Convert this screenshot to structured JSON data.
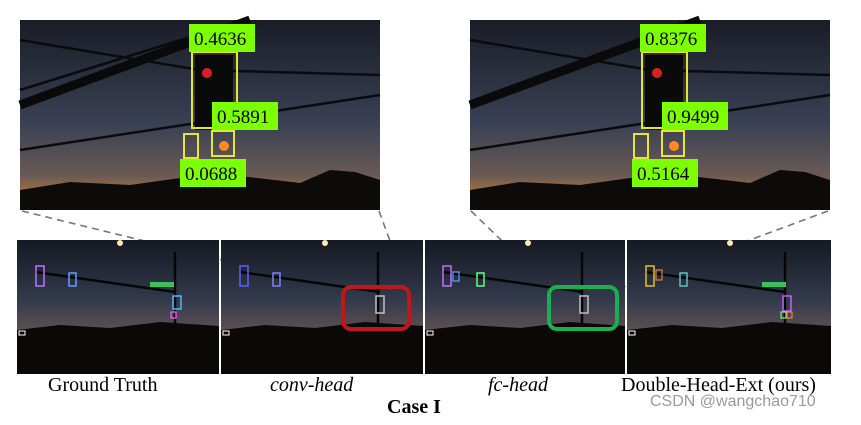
{
  "colors": {
    "sky_top": "#1b1f2a",
    "sky_mid": "#3f4658",
    "horizon": "#b06a2f",
    "ground": "#120f0d",
    "score_bg": "#7cff00",
    "box_yellow": "#e6e62a",
    "highlight_red": "#c01818",
    "highlight_green": "#18b050"
  },
  "zoom_left": {
    "scores": [
      "0.4636",
      "0.5891",
      "0.0688"
    ]
  },
  "zoom_right": {
    "scores": [
      "0.8376",
      "0.9499",
      "0.5164"
    ]
  },
  "panels": [
    {
      "id": "ground-truth",
      "caption": "Ground Truth",
      "italic": false
    },
    {
      "id": "conv-head",
      "caption": "conv-head",
      "italic": true,
      "highlight": "red"
    },
    {
      "id": "fc-head",
      "caption": "fc-head",
      "italic": true,
      "highlight": "green"
    },
    {
      "id": "double-head-ext",
      "caption": "Double-Head-Ext (ours)",
      "italic": false
    }
  ],
  "case_label": "Case I",
  "watermark": "CSDN @wangchao710"
}
